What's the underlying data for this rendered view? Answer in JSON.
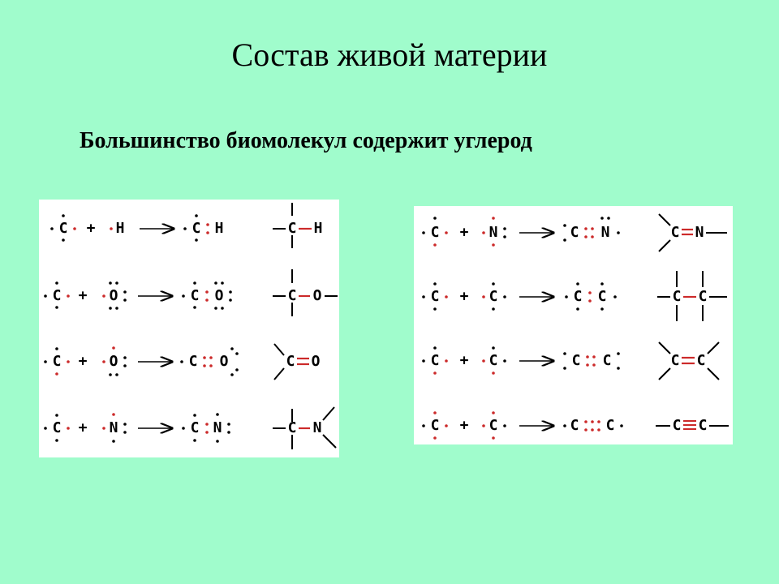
{
  "slide": {
    "title": "Состав живой материи",
    "subtitle": "Большинство биомолекул содержит углерод"
  },
  "symbols": {
    "c": "C",
    "h": "H",
    "o": "O",
    "n": "N",
    "plus": "+"
  },
  "colors": {
    "background": "#a0fccc",
    "panel": "#ffffff",
    "text": "#000000",
    "electron_dot": "#000000",
    "shared_electron_dot": "#cc2a2a",
    "bond": "#cc2a2a"
  }
}
